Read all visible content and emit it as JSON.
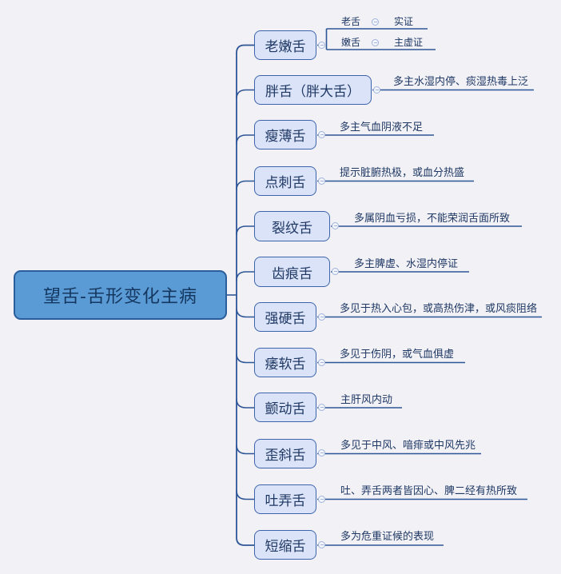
{
  "title": "望舌-舌形变化主病 mind map",
  "colors": {
    "background": "#f1f1f6",
    "root_fill": "#5b9bd5",
    "root_border": "#2a5d9b",
    "branch_fill": "#dbe3f8",
    "branch_border": "#3c64ad",
    "text": "#1f3864",
    "line": "#2e5596",
    "icon": "#9fb3dc"
  },
  "icons": {
    "collapse": "minus-circle"
  },
  "root": {
    "label": "望舌-舌形变化主病"
  },
  "branches": [
    {
      "label": "老嫩舌",
      "children": [
        {
          "label": "老舌",
          "note": "实证"
        },
        {
          "label": "嫩舌",
          "note": "主虚证"
        }
      ]
    },
    {
      "label": "胖舌（胖大舌）",
      "note": "多主水湿内停、痰湿热毒上泛"
    },
    {
      "label": "瘦薄舌",
      "note": "多主气血阴液不足"
    },
    {
      "label": "点刺舌",
      "note": "提示脏腑热极，或血分热盛"
    },
    {
      "label": "裂纹舌",
      "note": "多属阴血亏损，不能荣润舌面所致"
    },
    {
      "label": "齿痕舌",
      "note": "多主脾虚、水湿内停证"
    },
    {
      "label": "强硬舌",
      "note": "多见于热入心包，或高热伤津，或风痰阻络"
    },
    {
      "label": "痿软舌",
      "note": "多见于伤阴，或气血俱虚"
    },
    {
      "label": "颤动舌",
      "note": "主肝风内动"
    },
    {
      "label": "歪斜舌",
      "note": "多见于中风、喑痱或中风先兆"
    },
    {
      "label": "吐弄舌",
      "note": "吐、弄舌两者皆因心、脾二经有热所致"
    },
    {
      "label": "短缩舌",
      "note": "多为危重证候的表现"
    }
  ]
}
